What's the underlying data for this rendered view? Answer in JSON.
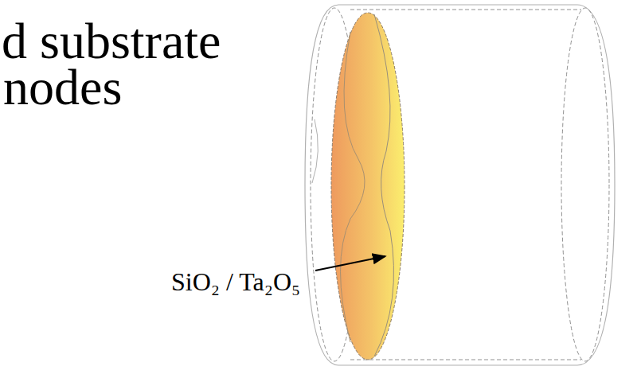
{
  "diagram": {
    "labels": [
      "d substrate",
      "nodes",
      "SiO₂ / Ta₂O₅"
    ]
  }
}
